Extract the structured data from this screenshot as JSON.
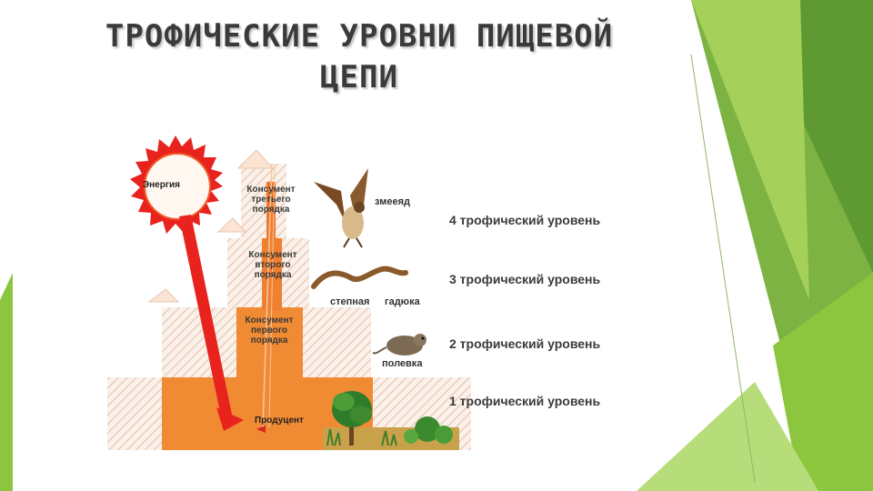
{
  "slide": {
    "title_lines": [
      "ТРОФИЧЕСКИЕ УРОВНИ ПИЩЕВОЙ",
      "ЦЕПИ"
    ]
  },
  "diagram": {
    "energy_label": "Энергия",
    "producer_label": "Продуцент",
    "consumers": [
      {
        "lines": [
          "Консумент",
          "первого",
          "порядка"
        ]
      },
      {
        "lines": [
          "Консумент",
          "второго",
          "порядка"
        ]
      },
      {
        "lines": [
          "Консумент",
          "третьего",
          "порядка"
        ]
      }
    ],
    "animals": {
      "eagle": "змееяд",
      "snake_1": "степная",
      "snake_2": "гадюка",
      "vole": "полевка"
    },
    "levels": [
      "4 трофический уровень",
      "3 трофический уровень",
      "2 трофический уровень",
      "1 трофический уровень"
    ]
  },
  "colors": {
    "accent_green_dark": "#6aa03a",
    "accent_green_light": "#9ccc4e",
    "pyramid_orange": "#f08a33",
    "sun_red": "#e8231d",
    "hatch": "#e8c8b4"
  }
}
